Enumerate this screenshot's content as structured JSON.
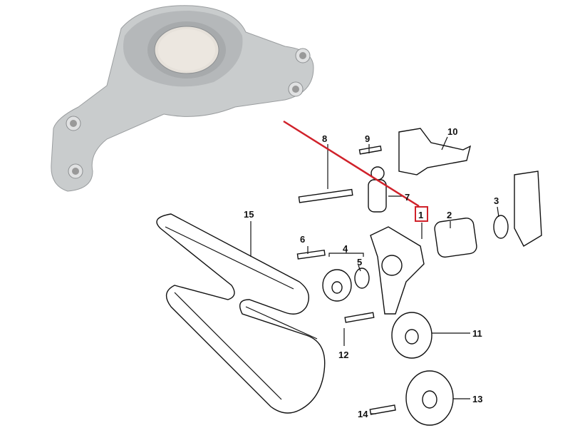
{
  "highlight_color": "#d0212a",
  "photo": {
    "subject": "belt-tensioner-bracket-photo"
  },
  "callouts": [
    {
      "number": "1",
      "highlighted": true
    },
    {
      "number": "2"
    },
    {
      "number": "3"
    },
    {
      "number": "4"
    },
    {
      "number": "5"
    },
    {
      "number": "6"
    },
    {
      "number": "7"
    },
    {
      "number": "8"
    },
    {
      "number": "9"
    },
    {
      "number": "10"
    },
    {
      "number": "11"
    },
    {
      "number": "12"
    },
    {
      "number": "13"
    },
    {
      "number": "14"
    },
    {
      "number": "15"
    }
  ]
}
